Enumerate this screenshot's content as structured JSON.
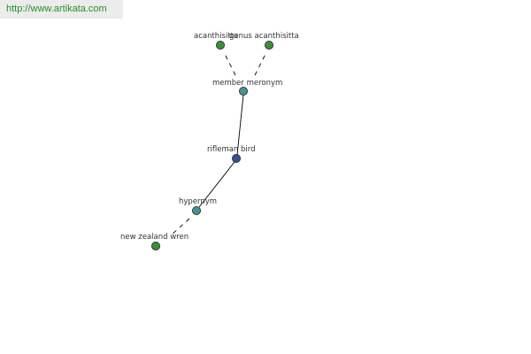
{
  "site": {
    "url": "http://www.artikata.com"
  },
  "colors": {
    "leaf_node": "#3e8a3e",
    "relation_node": "#4a9090",
    "center_node": "#3a4f8a",
    "edge": "#000000",
    "url_text": "#2c8a2c",
    "banner_bg": "#ececec"
  },
  "graph": {
    "nodes": {
      "acanthisitta": {
        "label": "acanthisitta",
        "kind": "leaf"
      },
      "genus_acanthisitta": {
        "label": "genus acanthisitta",
        "kind": "leaf"
      },
      "member_meronym": {
        "label": "member meronym",
        "kind": "relation"
      },
      "rifleman_bird": {
        "label": "rifleman bird",
        "kind": "center"
      },
      "hypernym": {
        "label": "hypernym",
        "kind": "relation"
      },
      "new_zealand_wren": {
        "label": "new zealand wren",
        "kind": "leaf"
      }
    },
    "edges": [
      {
        "from": "member_meronym",
        "to": "acanthisitta",
        "style": "dashed"
      },
      {
        "from": "member_meronym",
        "to": "genus_acanthisitta",
        "style": "dashed"
      },
      {
        "from": "rifleman_bird",
        "to": "member_meronym",
        "style": "solid"
      },
      {
        "from": "rifleman_bird",
        "to": "hypernym",
        "style": "solid"
      },
      {
        "from": "hypernym",
        "to": "new_zealand_wren",
        "style": "dashed"
      }
    ]
  }
}
